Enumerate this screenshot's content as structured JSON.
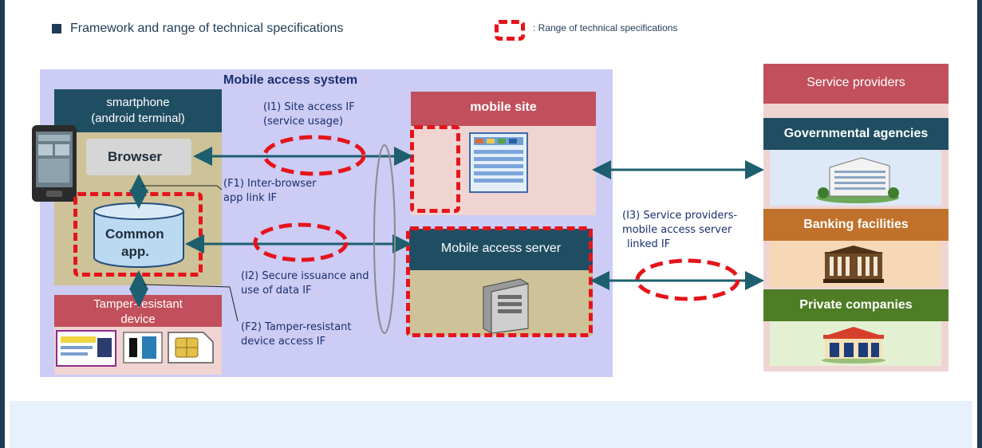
{
  "header": {
    "title": "Framework and range of technical specifications",
    "legend_label": ": Range of technical specifications"
  },
  "system": {
    "title": "Mobile access system"
  },
  "smartphone": {
    "title_line1": "smartphone",
    "title_line2": "(android terminal)",
    "browser": "Browser",
    "common_app_line1": "Common",
    "common_app_line2": "app."
  },
  "tamper": {
    "title_line1": "Tamper-resistant",
    "title_line2": "device"
  },
  "mobile_site": {
    "title": "mobile site"
  },
  "server": {
    "title": "Mobile access server"
  },
  "interfaces": {
    "i1_line1": "(I1) Site access IF",
    "i1_line2": "(service usage)",
    "f1_line1": "(F1) Inter-browser",
    "f1_line2": "app link IF",
    "i2_line1": "(I2) Secure issuance and",
    "i2_line2": "use of data IF",
    "f2_line1": "(F2) Tamper-resistant",
    "f2_line2": "device access IF",
    "i3_line1": "(I3) Service providers-",
    "i3_line2": "mobile access server",
    "i3_line3": "linked IF"
  },
  "providers": {
    "title": "Service providers",
    "items": [
      "Governmental agencies",
      "Banking facilities",
      "Private companies"
    ]
  },
  "colors": {
    "dark_header": "#1f4e63",
    "red_header": "#c1505c",
    "panel_purple": "#ccccf5",
    "panel_tan": "#cdc298",
    "pink_fill": "#f0d4d2",
    "banking_orange": "#c0722c",
    "private_green": "#4e7d25",
    "dashed_red": "#e5141a",
    "arrow_teal": "#1d5f6e"
  }
}
